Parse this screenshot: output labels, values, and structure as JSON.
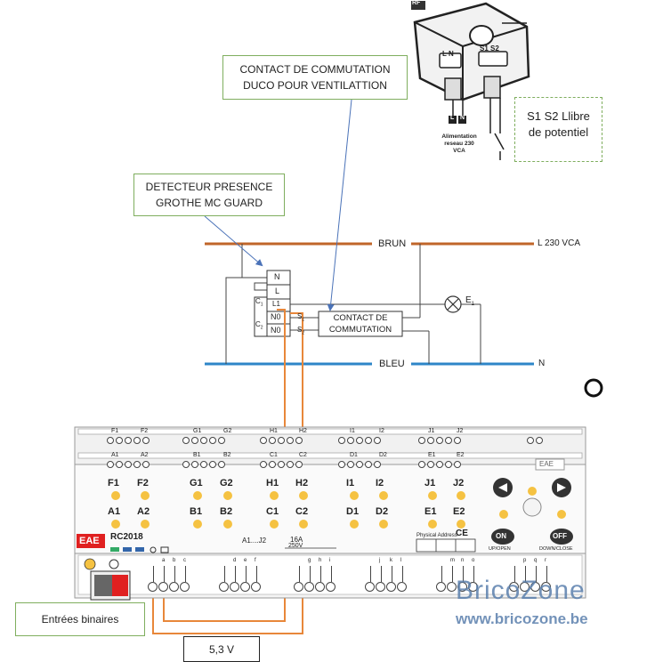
{
  "labels": {
    "contact_duco_line1": "CONTACT DE COMMUTATION",
    "contact_duco_line2": "DUCO POUR VENTILATTION",
    "detecteur_line1": "DETECTEUR PRESENCE",
    "detecteur_line2": "GROTHE MC GUARD",
    "s1s2_line1": "S1  S2 Llibre",
    "s1s2_line2": "de potentiel",
    "entrees": "Entrées binaires",
    "tension": "5,3 V"
  },
  "rf_module": {
    "badge": "RF",
    "terminals_left": "L  N",
    "terminals_right": "S1 S2",
    "pin_l": "L",
    "pin_n": "N",
    "supply_line1": "Alimentation",
    "supply_line2": "reseau 230",
    "supply_line3": "VCA"
  },
  "wiring": {
    "brun": "BRUN",
    "l230": "L 230 VCA",
    "bleu": "BLEU",
    "n": "N",
    "lamp": "E",
    "lamp_sub": "1",
    "t_n": "N",
    "t_l": "L",
    "t_l1": "L1",
    "t_n0a": "N0",
    "t_n0b": "N0",
    "c1": "C",
    "c1_sub": "1",
    "c2": "C",
    "c2_sub": "2",
    "s1": "S",
    "s1_sub": "1",
    "s2": "S",
    "s2_sub": "2",
    "contact_line1": "CONTACT DE",
    "contact_line2": "COMMUTATION"
  },
  "module": {
    "top_terms": [
      "F1",
      "F2",
      "G1",
      "G2",
      "H1",
      "H2",
      "I1",
      "I2",
      "J1",
      "J2"
    ],
    "mid_terms": [
      "A1",
      "A2",
      "B1",
      "B2",
      "C1",
      "C2",
      "D1",
      "D2",
      "E1",
      "E2"
    ],
    "btn_row1": [
      "F1",
      "F2",
      "G1",
      "G2",
      "H1",
      "H2",
      "I1",
      "I2",
      "J1",
      "J2"
    ],
    "btn_row2": [
      "A1",
      "A2",
      "B1",
      "B2",
      "C1",
      "C2",
      "D1",
      "D2",
      "E1",
      "E2"
    ],
    "brand": "EAE",
    "brand_right": "EAE",
    "model": "RC2018",
    "rating_range": "A1....J2",
    "rating_amp": "16A",
    "rating_volt": "250V",
    "physical_address": "Physical Address",
    "ce": "CE",
    "on": "ON",
    "off": "OFF",
    "up_open": "UP/OPEN",
    "down_close": "DOWN/CLOSE",
    "bottom_groups": [
      [
        "a",
        "b",
        "c"
      ],
      [
        "d",
        "e",
        "f"
      ],
      [
        "g",
        "h",
        "i"
      ],
      [
        "j",
        "k",
        "l"
      ],
      [
        "m",
        "n",
        "o"
      ],
      [
        "p",
        "q",
        "r"
      ]
    ]
  },
  "watermark": {
    "brand": "BricoZone",
    "url": "www.bricozone.be"
  },
  "colors": {
    "brown": "#c0652a",
    "blue": "#2e86c8",
    "orange": "#e8873a",
    "yellow_led": "#f5c242",
    "green_box": "#7fae5e",
    "arrow": "#4a72b8",
    "red": "#e02020"
  }
}
